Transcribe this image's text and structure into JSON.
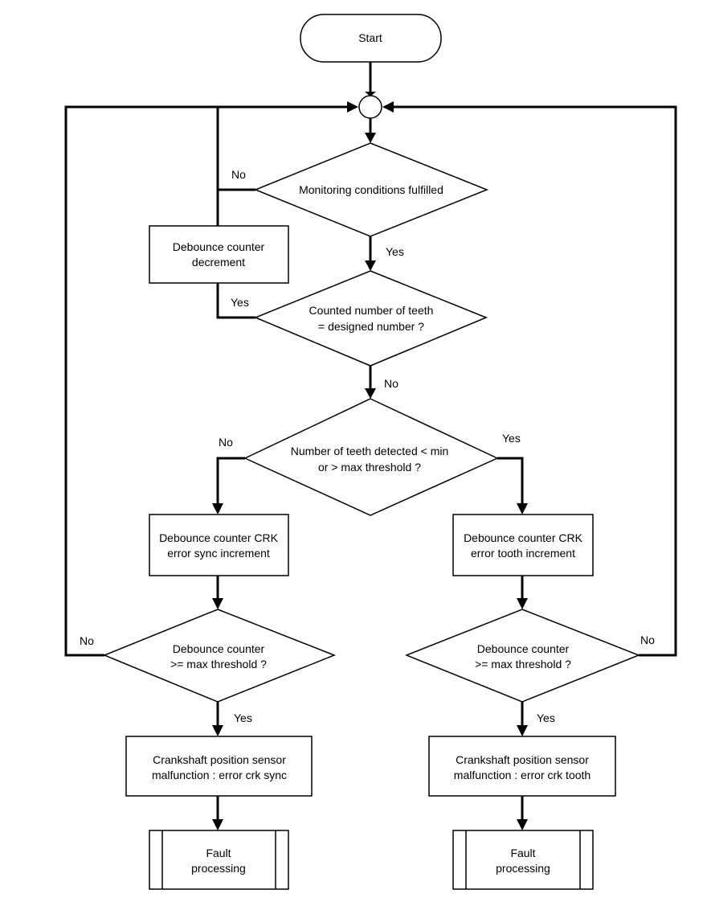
{
  "flowchart": {
    "nodes": {
      "start": {
        "label": "Start"
      },
      "monitoring": {
        "label": "Monitoring conditions fulfilled"
      },
      "debounce_decrement": {
        "line1": "Debounce counter",
        "line2": "decrement"
      },
      "counted_teeth": {
        "line1": "Counted number of  teeth",
        "line2": "= designed number ?"
      },
      "teeth_threshold": {
        "line1": "Number of teeth detected < min",
        "line2": "or > max threshold ?"
      },
      "sync_increment": {
        "line1": "Debounce counter CRK",
        "line2": "error sync increment"
      },
      "tooth_increment": {
        "line1": "Debounce counter CRK",
        "line2": "error tooth increment"
      },
      "sync_check": {
        "line1": "Debounce counter",
        "line2": ">= max threshold ?"
      },
      "tooth_check": {
        "line1": "Debounce counter",
        "line2": ">= max threshold ?"
      },
      "sync_error": {
        "line1": "Crankshaft position sensor",
        "line2": "malfunction : error crk sync"
      },
      "tooth_error": {
        "line1": "Crankshaft position sensor",
        "line2": "malfunction : error crk tooth"
      },
      "fault_left": {
        "line1": "Fault",
        "line2": "processing"
      },
      "fault_right": {
        "line1": "Fault",
        "line2": "processing"
      }
    },
    "edge_labels": {
      "monitoring_no": "No",
      "monitoring_yes": "Yes",
      "counted_yes": "Yes",
      "counted_no": "No",
      "threshold_no": "No",
      "threshold_yes": "Yes",
      "sync_check_no": "No",
      "sync_check_yes": "Yes",
      "tooth_check_no": "No",
      "tooth_check_yes": "Yes"
    }
  }
}
